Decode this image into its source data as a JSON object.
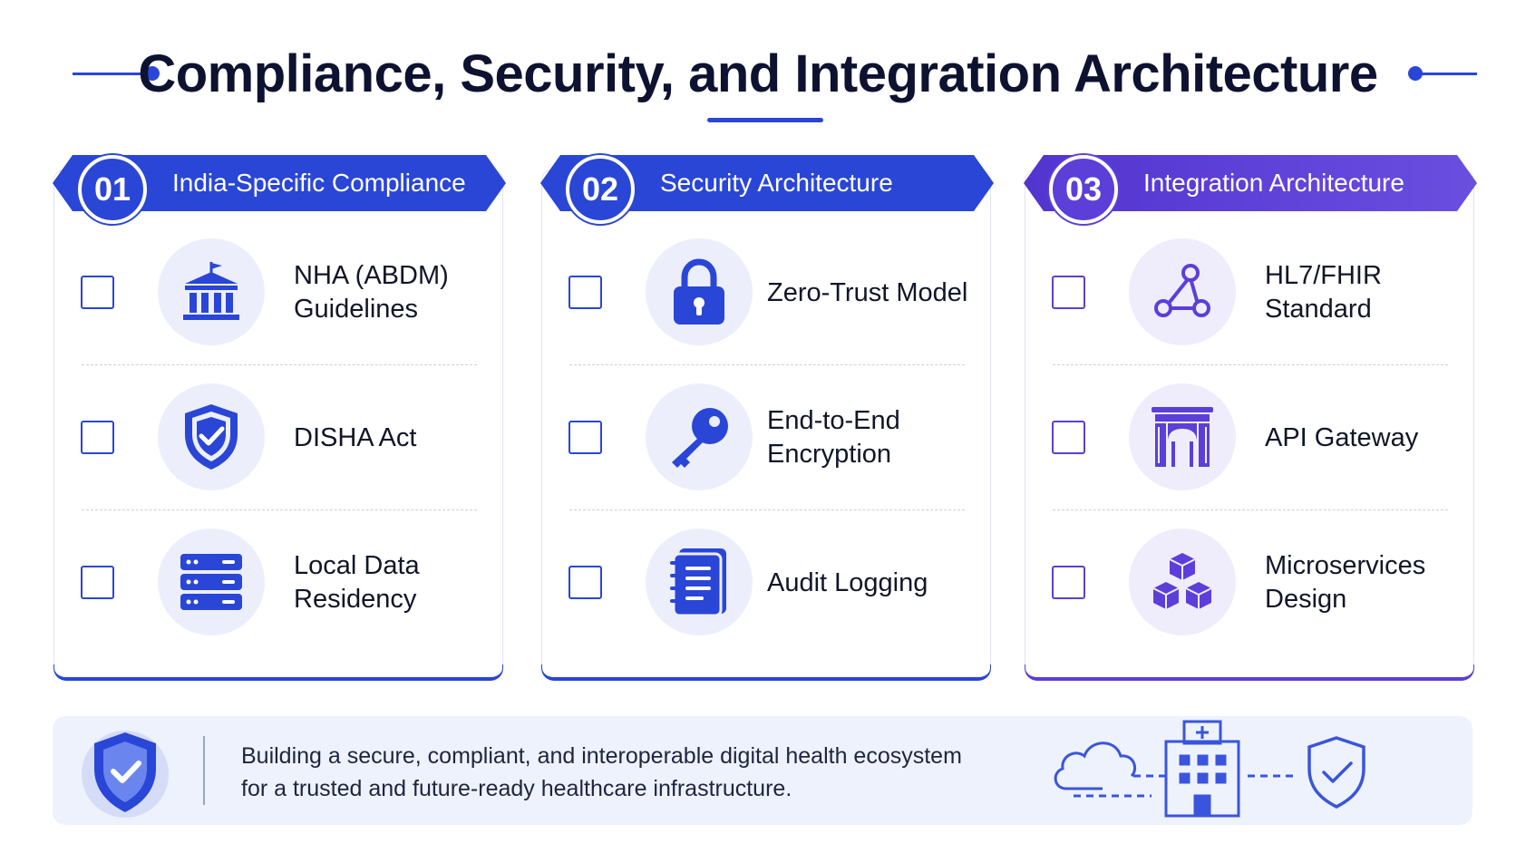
{
  "title": "Compliance, Security, and Integration Architecture",
  "columns": [
    {
      "number": "01",
      "heading": "India-Specific Compliance",
      "accent": "#2a46d6",
      "items": [
        {
          "label": "NHA (ABDM) Guidelines",
          "icon": "government-building-icon"
        },
        {
          "label": "DISHA Act",
          "icon": "shield-check-icon"
        },
        {
          "label": "Local Data Residency",
          "icon": "server-stack-icon"
        }
      ]
    },
    {
      "number": "02",
      "heading": "Security Architecture",
      "accent": "#2a46d6",
      "items": [
        {
          "label": "Zero-Trust Model",
          "icon": "padlock-icon"
        },
        {
          "label": "End-to-End Encryption",
          "icon": "key-icon"
        },
        {
          "label": "Audit Logging",
          "icon": "notebook-icon"
        }
      ]
    },
    {
      "number": "03",
      "heading": "Integration Architecture",
      "accent": "#5b3fd8",
      "items": [
        {
          "label": "HL7/FHIR Standard",
          "icon": "network-nodes-icon"
        },
        {
          "label": "API Gateway",
          "icon": "gateway-arch-icon"
        },
        {
          "label": "Microservices Design",
          "icon": "cubes-icon"
        }
      ]
    }
  ],
  "footer": {
    "line1": "Building a secure, compliant, and interoperable digital health ecosystem",
    "line2": "for a trusted and future-ready healthcare infrastructure.",
    "icons": [
      "shield-check-icon",
      "cloud-icon",
      "hospital-icon",
      "shield-check-icon"
    ]
  }
}
